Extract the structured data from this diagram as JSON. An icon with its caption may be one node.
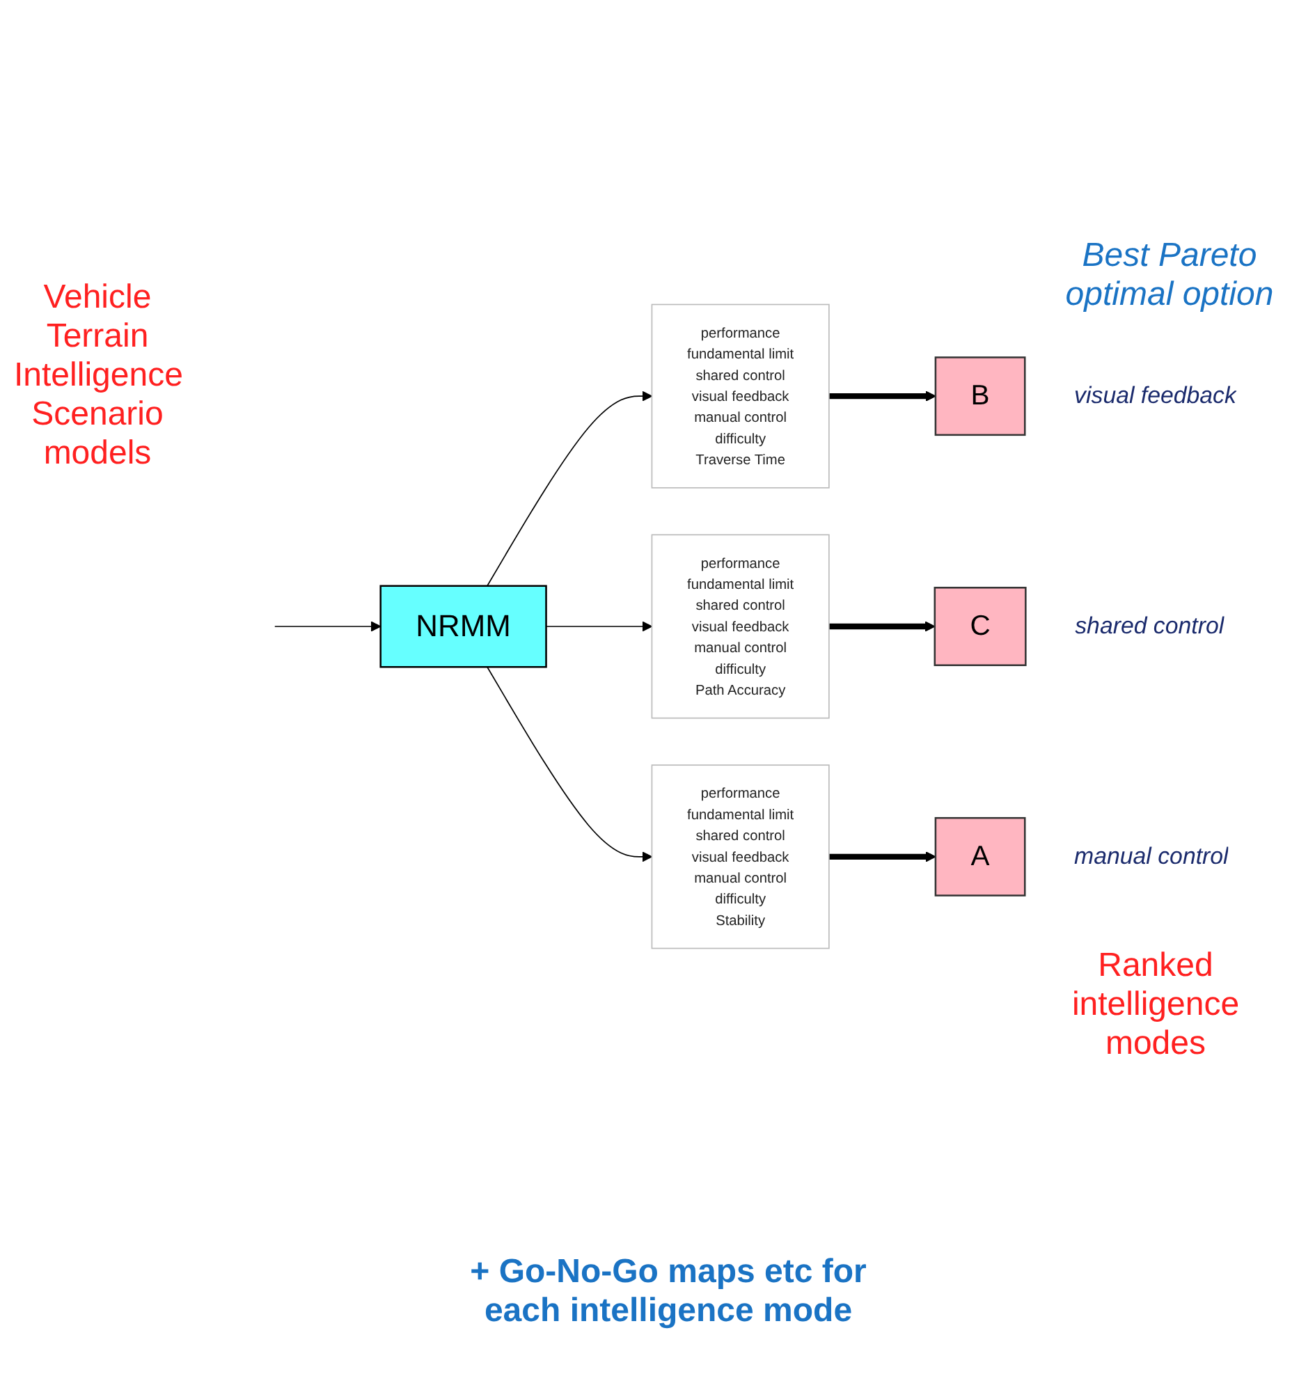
{
  "diagram": {
    "nodes": [
      {
        "text": [
          "NRMM"
        ]
      },
      {
        "text": [
          "performance",
          "fundamental limit",
          "shared control",
          "visual feedback",
          "manual control",
          "difficulty",
          "Traverse Time"
        ]
      },
      {
        "text": [
          "performance",
          "fundamental limit",
          "shared control",
          "visual feedback",
          "manual control",
          "difficulty",
          "Path Accuracy"
        ]
      },
      {
        "text": [
          "performance",
          "fundamental limit",
          "shared control",
          "visual feedback",
          "manual control",
          "difficulty",
          "Stability"
        ]
      },
      {
        "text": [
          "B"
        ],
        "beside": [
          "visual feedback"
        ]
      },
      {
        "text": [
          "C"
        ],
        "beside": [
          "shared control"
        ]
      },
      {
        "text": [
          "A"
        ],
        "beside": [
          "manual control"
        ]
      }
    ],
    "edges": [
      {
        "from": null,
        "to": 0,
        "arrow": "to"
      },
      {
        "from": 0,
        "to": 1,
        "arrow": "to"
      },
      {
        "from": 0,
        "to": 2,
        "arrow": "to"
      },
      {
        "from": 0,
        "to": 3,
        "arrow": "to"
      },
      {
        "from": 1,
        "to": 4,
        "arrow": "to",
        "style": "thick"
      },
      {
        "from": 2,
        "to": 5,
        "arrow": "to",
        "style": "thick"
      },
      {
        "from": 3,
        "to": 6,
        "arrow": "to",
        "style": "thick"
      }
    ],
    "labels": [
      "Vehicle Terrain Intelligence Scenario models",
      "Best Pareto optimal option",
      "Ranked intelligence modes",
      "+ Go-No-Go maps etc for each intelligence mode"
    ]
  }
}
